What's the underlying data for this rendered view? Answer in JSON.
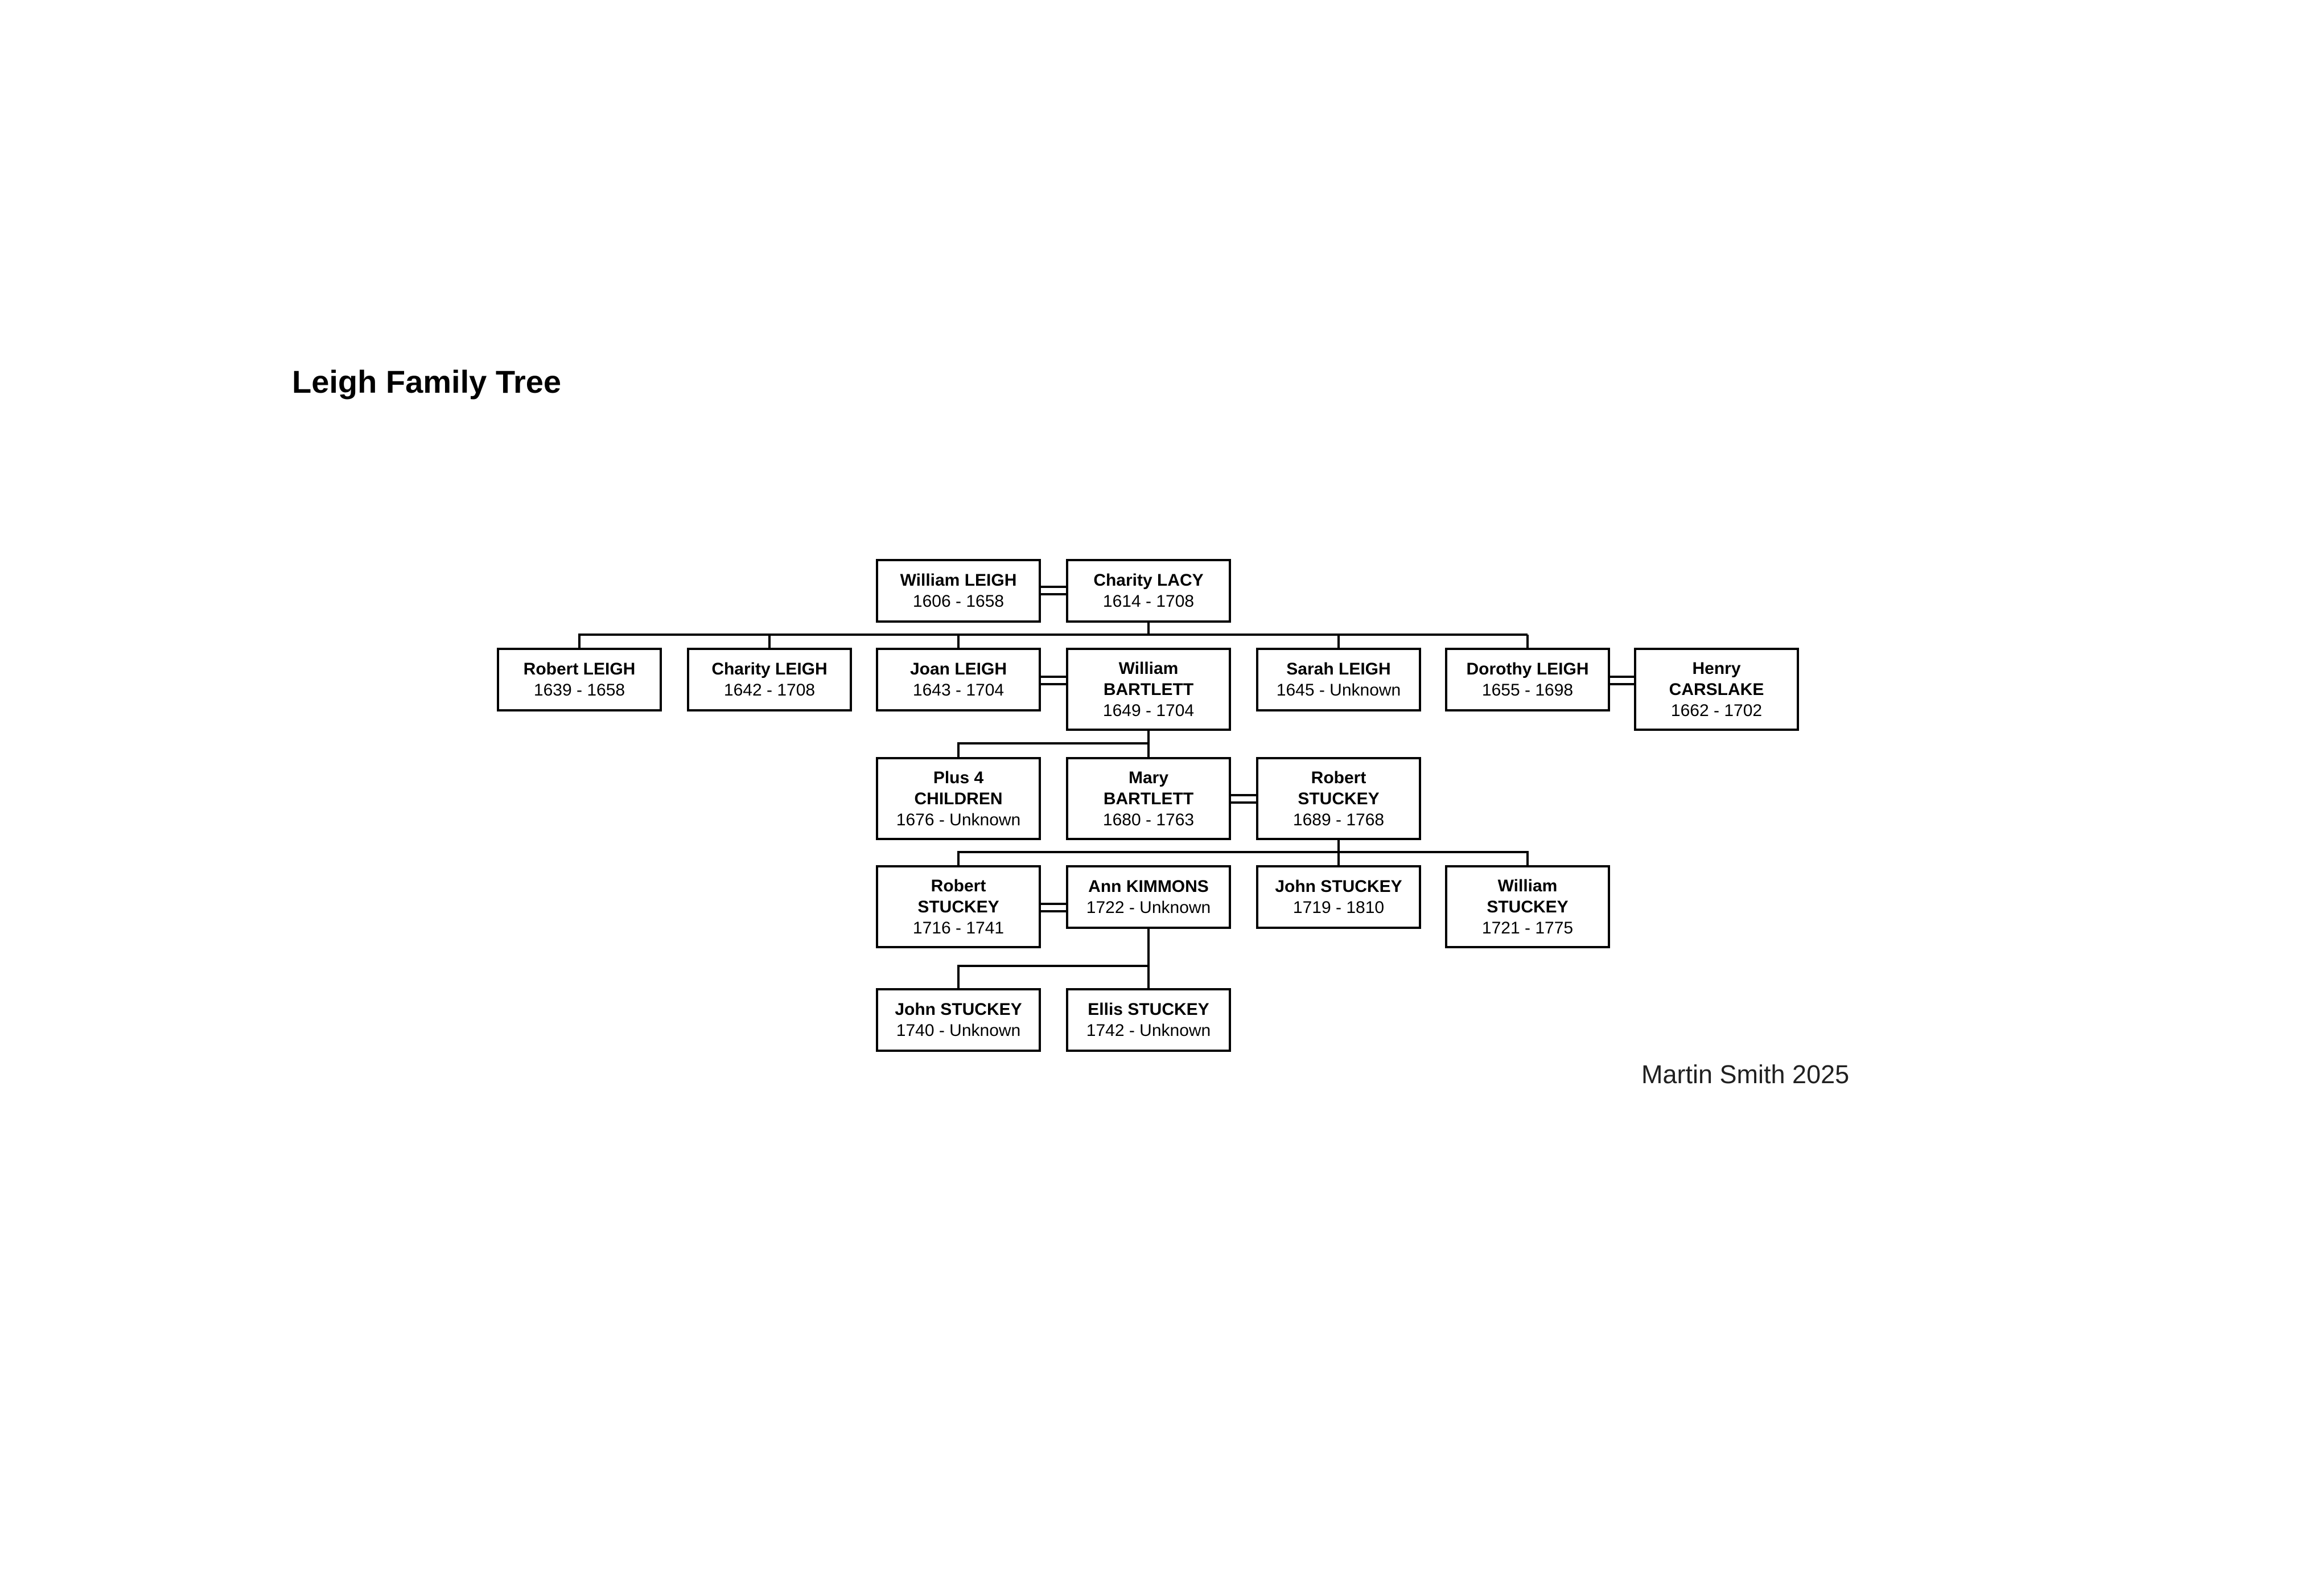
{
  "title": "Leigh Family Tree",
  "credit": "Martin Smith 2025",
  "colors": {
    "background": "#ffffff",
    "box_border": "#000000",
    "box_background": "#ffffff",
    "line": "#000000",
    "text": "#000000",
    "credit_text": "#212121"
  },
  "people": {
    "william_leigh": {
      "name": "William LEIGH",
      "dates": "1606 - 1658"
    },
    "charity_lacy": {
      "name": "Charity LACY",
      "dates": "1614 - 1708"
    },
    "robert_leigh": {
      "name": "Robert LEIGH",
      "dates": "1639 - 1658"
    },
    "charity_leigh": {
      "name": "Charity LEIGH",
      "dates": "1642 - 1708"
    },
    "joan_leigh": {
      "name": "Joan LEIGH",
      "dates": "1643 - 1704"
    },
    "william_bartlett": {
      "name": "William BARTLETT",
      "dates": "1649 - 1704"
    },
    "sarah_leigh": {
      "name": "Sarah LEIGH",
      "dates": "1645 - Unknown"
    },
    "dorothy_leigh": {
      "name": "Dorothy LEIGH",
      "dates": "1655 - 1698"
    },
    "henry_carslake": {
      "name": "Henry CARSLAKE",
      "dates": "1662 - 1702"
    },
    "plus_4_children": {
      "name": "Plus 4 CHILDREN",
      "dates": "1676 - Unknown"
    },
    "mary_bartlett": {
      "name": "Mary BARTLETT",
      "dates": "1680 - 1763"
    },
    "robert_stuckey_sr": {
      "name": "Robert STUCKEY",
      "dates": "1689 - 1768"
    },
    "robert_stuckey_jr": {
      "name": "Robert STUCKEY",
      "dates": "1716 - 1741"
    },
    "ann_kimmons": {
      "name": "Ann KIMMONS",
      "dates": "1722 - Unknown"
    },
    "john_stuckey_1719": {
      "name": "John STUCKEY",
      "dates": "1719 - 1810"
    },
    "william_stuckey": {
      "name": "William STUCKEY",
      "dates": "1721 - 1775"
    },
    "john_stuckey_1740": {
      "name": "John STUCKEY",
      "dates": "1740 - Unknown"
    },
    "ellis_stuckey": {
      "name": "Ellis STUCKEY",
      "dates": "1742 - Unknown"
    }
  },
  "families": [
    {
      "parents": [
        "William LEIGH",
        "Charity LACY"
      ],
      "children": [
        "Robert LEIGH",
        "Charity LEIGH",
        "Joan LEIGH",
        "Sarah LEIGH",
        "Dorothy LEIGH"
      ]
    },
    {
      "parents": [
        "Joan LEIGH",
        "William BARTLETT"
      ],
      "children": [
        "Plus 4 CHILDREN",
        "Mary BARTLETT"
      ]
    },
    {
      "parents": [
        "Dorothy LEIGH",
        "Henry CARSLAKE"
      ],
      "children": []
    },
    {
      "parents": [
        "Mary BARTLETT",
        "Robert STUCKEY"
      ],
      "children": [
        "Robert STUCKEY",
        "John STUCKEY",
        "William STUCKEY"
      ]
    },
    {
      "parents": [
        "Robert STUCKEY",
        "Ann KIMMONS"
      ],
      "children": [
        "John STUCKEY",
        "Ellis STUCKEY"
      ]
    }
  ]
}
